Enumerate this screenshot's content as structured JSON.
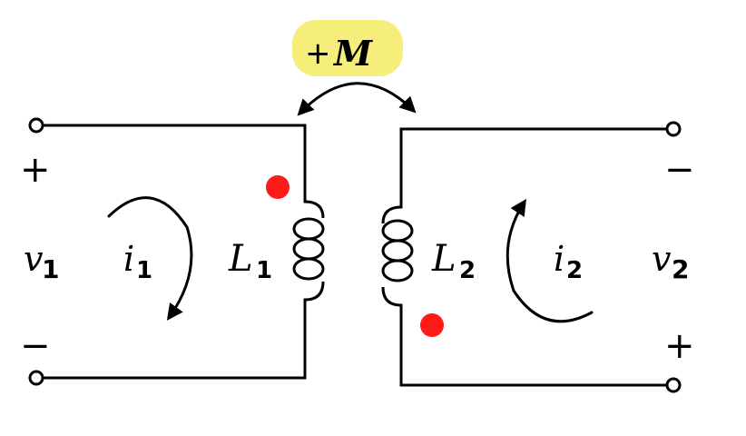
{
  "mutual": {
    "sign": "+",
    "symbol": "M",
    "highlight_color": "#f5ee7a"
  },
  "dot_color": "#ff1a1a",
  "left_port": {
    "plus": "+",
    "minus": "−",
    "voltage": "v",
    "voltage_sub": "1",
    "current": "i",
    "current_sub": "1"
  },
  "right_port": {
    "plus": "+",
    "minus": "−",
    "voltage": "v",
    "voltage_sub": "2",
    "current": "i",
    "current_sub": "2"
  },
  "inductor1": {
    "symbol": "L",
    "sub": "1"
  },
  "inductor2": {
    "symbol": "L",
    "sub": "2"
  }
}
